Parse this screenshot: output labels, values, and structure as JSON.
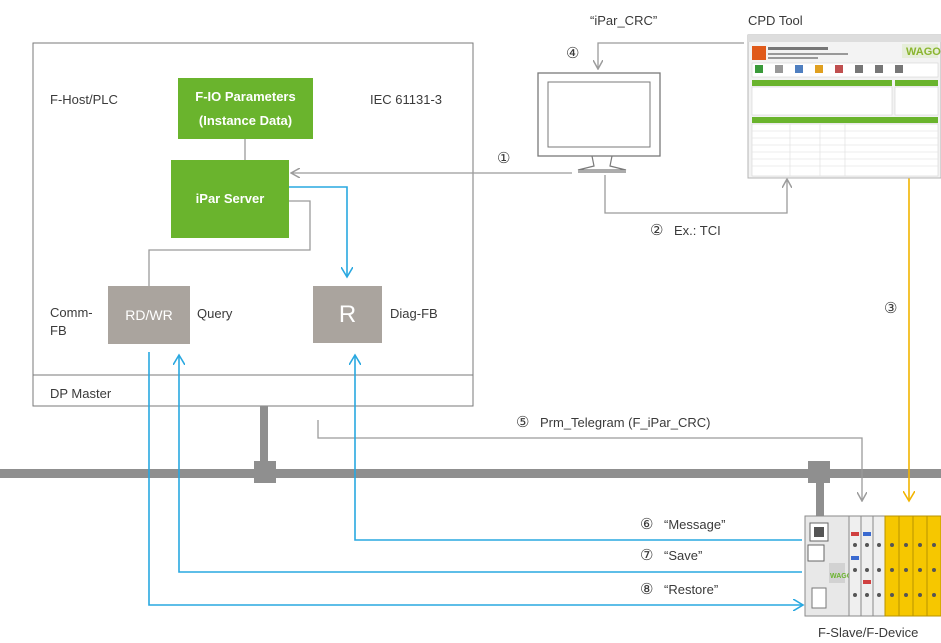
{
  "plc": {
    "title": "F-Host/PLC",
    "standard": "IEC 61131-3",
    "dp_master": "DP Master",
    "fio_params": "F-IO Parameters\n(Instance Data)",
    "ipar_server": "iPar Server",
    "rdwr": "RD/WR",
    "r": "R",
    "comm_fb": "Comm-\nFB",
    "query": "Query",
    "diag_fb": "Diag-FB"
  },
  "labels": {
    "ipar_crc": "“iPar_CRC”",
    "cpd_tool": "CPD Tool",
    "step1": "①",
    "step2": "②",
    "step2_text": "Ex.: TCI",
    "step3": "③",
    "step4": "④",
    "step5": "⑤",
    "step5_text": "Prm_Telegram (F_iPar_CRC)",
    "step6": "⑥",
    "step6_text": "“Message”",
    "step7": "⑦",
    "step7_text": "“Save”",
    "step8": "⑧",
    "step8_text": "“Restore”",
    "device": "F-Slave/F-Device"
  },
  "colors": {
    "green": "#6ab42d",
    "grey_box": "#aaa49e",
    "blue": "#29a8e0",
    "yellow": "#f2b400",
    "line": "#9b9b9b",
    "bus": "#8f8f8f"
  }
}
